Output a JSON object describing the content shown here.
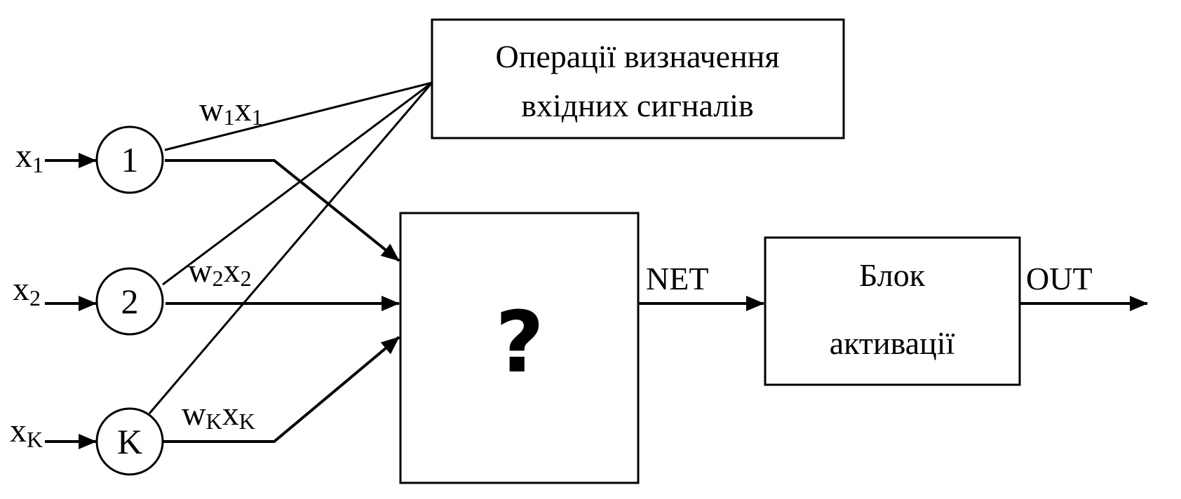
{
  "diagram": {
    "top_box": {
      "line1": "Операції визначення",
      "line2": "вхідних сигналів"
    },
    "middle_box": {
      "label": "?"
    },
    "activation_box": {
      "line1": "Блок",
      "line2": "активації"
    },
    "inputs": [
      {
        "base": "x",
        "sub": "1",
        "node": "1",
        "w_base1": "w",
        "w_sub1": "1",
        "w_base2": "x",
        "w_sub2": "1"
      },
      {
        "base": "x",
        "sub": "2",
        "node": "2",
        "w_base1": "w",
        "w_sub1": "2",
        "w_base2": "x",
        "w_sub2": "2"
      },
      {
        "base": "x",
        "sub": "K",
        "node": "K",
        "w_base1": "w",
        "w_sub1": "K",
        "w_base2": "x",
        "w_sub2": "K"
      }
    ],
    "net_label": "NET",
    "out_label": "OUT"
  }
}
